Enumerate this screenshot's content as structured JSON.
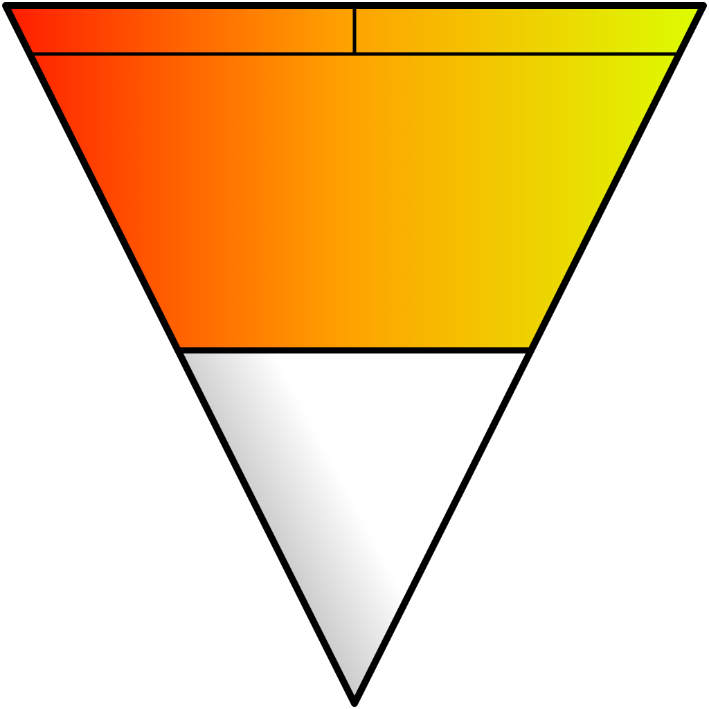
{
  "figure": {
    "kind": "inverted-triangle-divided",
    "regions": [
      {
        "name": "top-left-band",
        "fill": "gradient-red-orange"
      },
      {
        "name": "top-right-band",
        "fill": "gradient-orange-yellow"
      },
      {
        "name": "middle-band",
        "fill": "gradient-red-orange-yellow"
      },
      {
        "name": "bottom-tip",
        "fill": "gradient-white-gray"
      }
    ]
  },
  "colors": {
    "outline": "#000000",
    "background": "#ffffff",
    "warm_gradient": [
      "#ff1a00",
      "#ff6a00",
      "#ffa000",
      "#f2c800",
      "#dcff00"
    ],
    "tip_gradient": [
      "#bdbdbd",
      "#ffffff"
    ]
  }
}
